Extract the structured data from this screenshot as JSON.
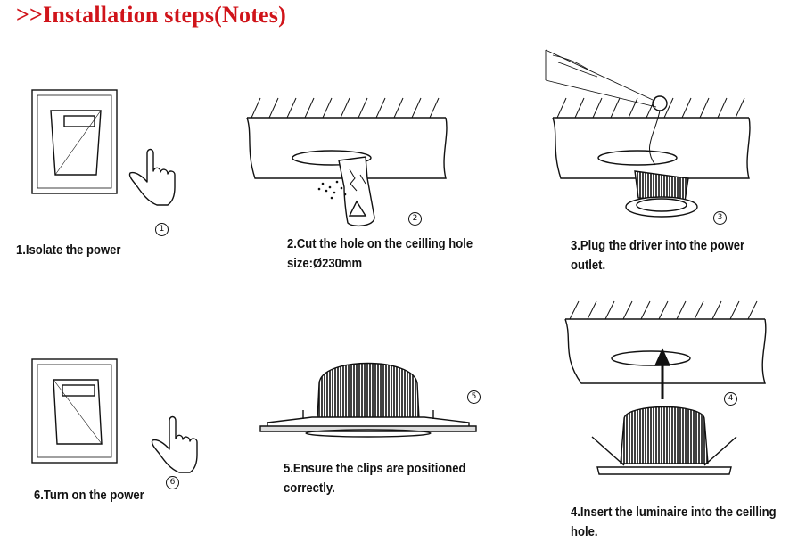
{
  "header": {
    "title": ">>Installation steps(Notes)"
  },
  "steps": [
    {
      "number": "1",
      "caption_lines": [
        "1.Isolate  the power"
      ]
    },
    {
      "number": "2",
      "caption_lines": [
        "2.Cut the hole on the ceilling  hole",
        "size:Ø230mm"
      ]
    },
    {
      "number": "3",
      "caption_lines": [
        "3.Plug the driver into the power",
        "outlet."
      ]
    },
    {
      "number": "4",
      "caption_lines": [
        "4.Insert the luminaire into the ceilling",
        "hole."
      ]
    },
    {
      "number": "5",
      "caption_lines": [
        "5.Ensure the clips are positioned",
        "correctly."
      ]
    },
    {
      "number": "6",
      "caption_lines": [
        "6.Turn on  the  power"
      ]
    }
  ]
}
